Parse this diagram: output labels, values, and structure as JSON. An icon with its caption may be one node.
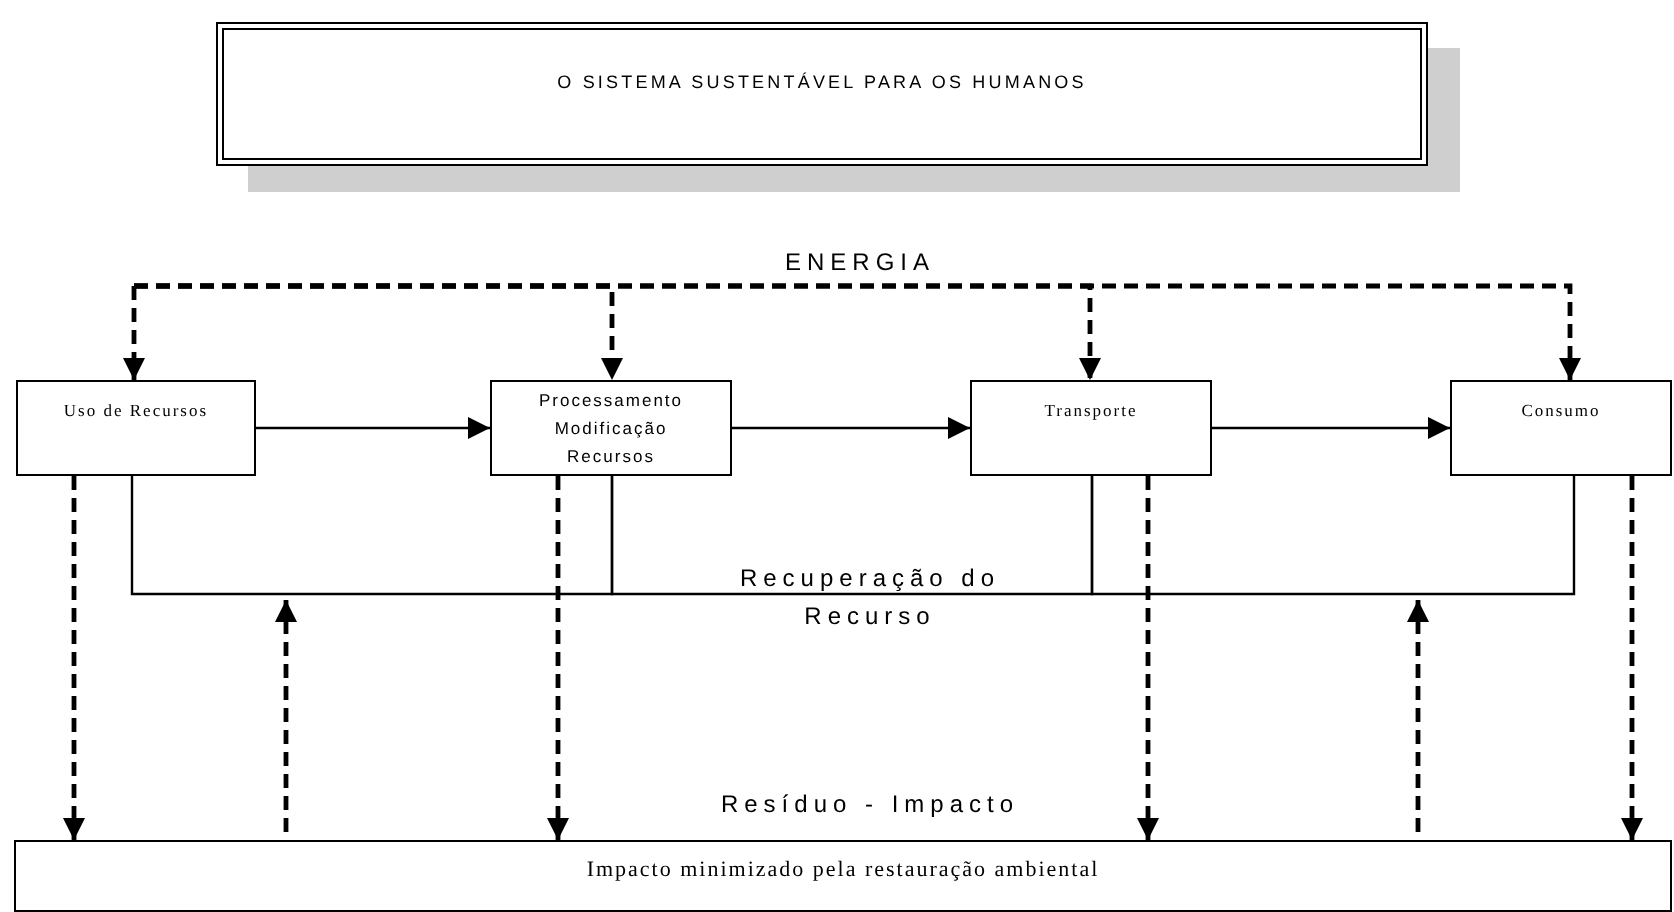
{
  "diagram": {
    "title": "O SISTEMA SUSTENTÁVEL PARA OS HUMANOS",
    "nodes": [
      {
        "text": [
          "Uso de Recursos"
        ]
      },
      {
        "text": [
          "Processamento Modificação Recursos"
        ]
      },
      {
        "text": [
          "Transporte"
        ]
      },
      {
        "text": [
          "Consumo"
        ]
      },
      {
        "text": [
          "Impacto minimizado pela restauração ambiental"
        ]
      }
    ],
    "edges": [
      {
        "from": 0,
        "to": 1,
        "arrow": "to"
      },
      {
        "from": 1,
        "to": 2,
        "arrow": "to"
      },
      {
        "from": 2,
        "to": 3,
        "arrow": "to"
      },
      {
        "from": null,
        "to": 0,
        "arrow": "to",
        "style": "dashed"
      },
      {
        "from": null,
        "to": 1,
        "arrow": "to",
        "style": "dashed"
      },
      {
        "from": null,
        "to": 2,
        "arrow": "to",
        "style": "dashed"
      },
      {
        "from": null,
        "to": 3,
        "arrow": "to",
        "style": "dashed"
      },
      {
        "from": 0,
        "to": 1,
        "arrow": "none"
      },
      {
        "from": 1,
        "to": 2,
        "arrow": "none"
      },
      {
        "from": 2,
        "to": 3,
        "arrow": "none"
      },
      {
        "from": 0,
        "to": 4,
        "arrow": "to",
        "style": "dashed"
      },
      {
        "from": 1,
        "to": 4,
        "arrow": "to",
        "style": "dashed"
      },
      {
        "from": 2,
        "to": 4,
        "arrow": "to",
        "style": "dashed"
      },
      {
        "from": 3,
        "to": 4,
        "arrow": "to",
        "style": "dashed"
      },
      {
        "from": 4,
        "to": null,
        "arrow": "to",
        "style": "dashed"
      },
      {
        "from": 4,
        "to": null,
        "arrow": "to",
        "style": "dashed"
      }
    ],
    "labels": [
      "ENERGIA",
      "Recuperação do Recurso",
      "Resíduo - Impacto"
    ]
  }
}
